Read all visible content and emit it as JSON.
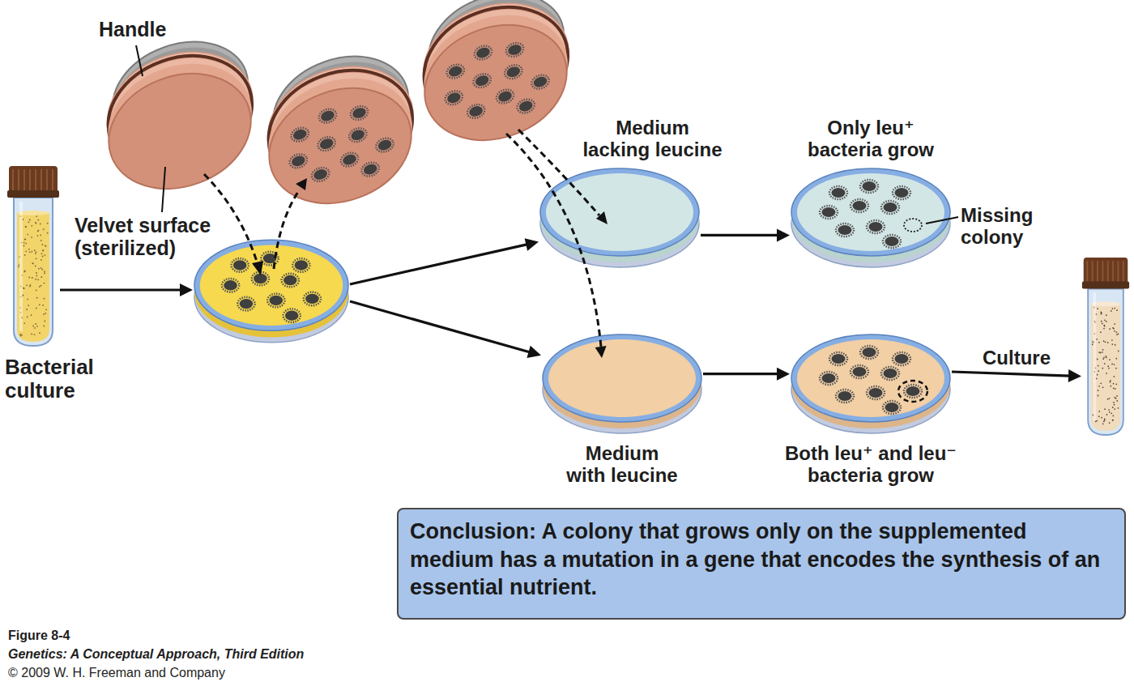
{
  "diagram": {
    "nodes": [
      {
        "text": [
          "Bacterial culture"
        ]
      },
      {
        "text": []
      },
      {
        "text": [
          "Medium lacking leucine"
        ]
      },
      {
        "text": [
          "Medium with leucine"
        ]
      },
      {
        "text": [
          "Only leu⁺ bacteria grow"
        ]
      },
      {
        "text": [
          "Both leu⁺ and leu⁻ bacteria grow"
        ]
      },
      {
        "text": []
      },
      {
        "text": [
          "Conclusion: A colony that grows only on the supplemented medium has a mutation in a gene that encodes the synthesis of an essential nutrient."
        ]
      }
    ],
    "edges": [
      {
        "from": 0,
        "to": 1,
        "arrow": "to"
      },
      {
        "from": 1,
        "to": 2,
        "arrow": "to"
      },
      {
        "from": 1,
        "to": 3,
        "arrow": "to"
      },
      {
        "from": 2,
        "to": 4,
        "arrow": "to"
      },
      {
        "from": 3,
        "to": 5,
        "arrow": "to"
      },
      {
        "from": 5,
        "to": 6,
        "arrow": "to",
        "label": "Culture"
      }
    ],
    "labels": [
      "Handle",
      "Velvet surface (sterilized)",
      "Missing colony",
      "Figure 8-4",
      "Genetics: A Conceptual Approach, Third Edition",
      "© 2009 W. H. Freeman and Company"
    ]
  }
}
